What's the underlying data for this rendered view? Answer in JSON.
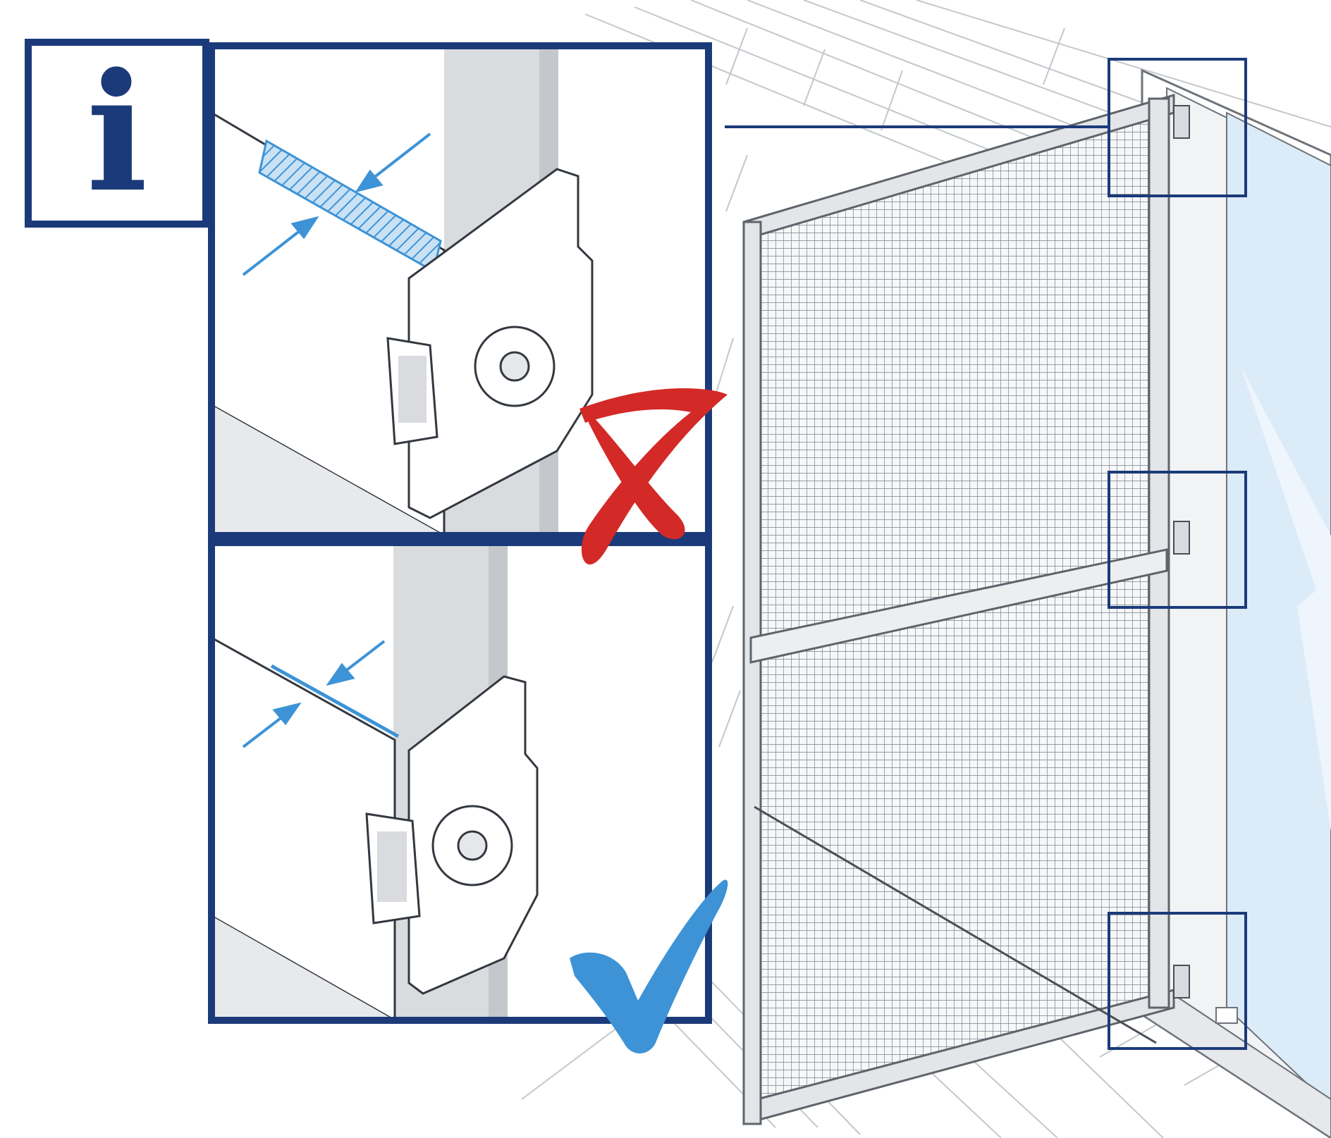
{
  "info_badge": {
    "glyph": "i",
    "icon": "info-icon"
  },
  "panels": [
    {
      "id": "incorrect",
      "verdict_icon": "cross-mark-icon",
      "verdict_color": "#d32a27",
      "gap": "wide"
    },
    {
      "id": "correct",
      "verdict_icon": "check-mark-icon",
      "verdict_color": "#3d93d6",
      "gap": "narrow"
    }
  ],
  "hinge_callouts": [
    "top",
    "middle",
    "bottom"
  ],
  "colors": {
    "frame_navy": "#1b3a7a",
    "accent_blue": "#3d93d6",
    "error_red": "#d32a27",
    "glass": "#dcebf8",
    "line_gray": "#8a8f96"
  }
}
